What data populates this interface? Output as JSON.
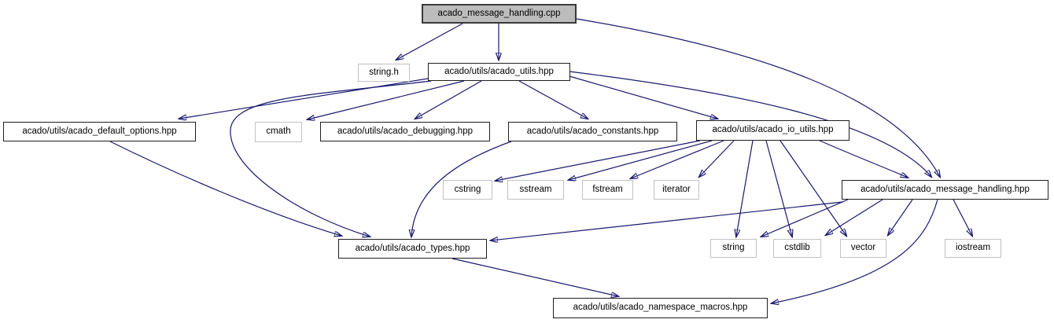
{
  "diagram": {
    "kind": "doxygen-include-dependency-graph",
    "colors": {
      "edge": "#191970",
      "project_node_border": "#1f1f1f",
      "system_node_border": "#c2c2c2",
      "source_node_fill": "#bcbcbc",
      "background": "#ffffff"
    },
    "nodes": [
      {
        "id": "cpp",
        "label": "acado_message_handling.cpp",
        "kind": "source"
      },
      {
        "id": "string_h",
        "label": "string.h",
        "kind": "system"
      },
      {
        "id": "utils",
        "label": "acado/utils/acado_utils.hpp",
        "kind": "project"
      },
      {
        "id": "defopts",
        "label": "acado/utils/acado_default_options.hpp",
        "kind": "project"
      },
      {
        "id": "cmath",
        "label": "cmath",
        "kind": "system"
      },
      {
        "id": "debugging",
        "label": "acado/utils/acado_debugging.hpp",
        "kind": "project"
      },
      {
        "id": "constants",
        "label": "acado/utils/acado_constants.hpp",
        "kind": "project"
      },
      {
        "id": "ioutils",
        "label": "acado/utils/acado_io_utils.hpp",
        "kind": "project"
      },
      {
        "id": "cstring",
        "label": "cstring",
        "kind": "system"
      },
      {
        "id": "sstream",
        "label": "sstream",
        "kind": "system"
      },
      {
        "id": "fstream",
        "label": "fstream",
        "kind": "system"
      },
      {
        "id": "iterator",
        "label": "iterator",
        "kind": "system"
      },
      {
        "id": "msg_hpp",
        "label": "acado/utils/acado_message_handling.hpp",
        "kind": "project"
      },
      {
        "id": "types",
        "label": "acado/utils/acado_types.hpp",
        "kind": "project"
      },
      {
        "id": "string",
        "label": "string",
        "kind": "system"
      },
      {
        "id": "cstdlib",
        "label": "cstdlib",
        "kind": "system"
      },
      {
        "id": "vector",
        "label": "vector",
        "kind": "system"
      },
      {
        "id": "iostream",
        "label": "iostream",
        "kind": "system"
      },
      {
        "id": "macros",
        "label": "acado/utils/acado_namespace_macros.hpp",
        "kind": "project"
      }
    ],
    "edges": [
      {
        "from": "cpp",
        "to": "string_h"
      },
      {
        "from": "cpp",
        "to": "utils"
      },
      {
        "from": "cpp",
        "to": "msg_hpp"
      },
      {
        "from": "utils",
        "to": "defopts"
      },
      {
        "from": "utils",
        "to": "cmath"
      },
      {
        "from": "utils",
        "to": "debugging"
      },
      {
        "from": "utils",
        "to": "constants"
      },
      {
        "from": "utils",
        "to": "ioutils"
      },
      {
        "from": "utils",
        "to": "msg_hpp"
      },
      {
        "from": "utils",
        "to": "types"
      },
      {
        "from": "defopts",
        "to": "types"
      },
      {
        "from": "constants",
        "to": "types"
      },
      {
        "from": "ioutils",
        "to": "cstring"
      },
      {
        "from": "ioutils",
        "to": "sstream"
      },
      {
        "from": "ioutils",
        "to": "fstream"
      },
      {
        "from": "ioutils",
        "to": "iterator"
      },
      {
        "from": "ioutils",
        "to": "string"
      },
      {
        "from": "ioutils",
        "to": "cstdlib"
      },
      {
        "from": "ioutils",
        "to": "vector"
      },
      {
        "from": "ioutils",
        "to": "msg_hpp"
      },
      {
        "from": "msg_hpp",
        "to": "string"
      },
      {
        "from": "msg_hpp",
        "to": "cstdlib"
      },
      {
        "from": "msg_hpp",
        "to": "vector"
      },
      {
        "from": "msg_hpp",
        "to": "iostream"
      },
      {
        "from": "msg_hpp",
        "to": "types"
      },
      {
        "from": "msg_hpp",
        "to": "macros"
      },
      {
        "from": "types",
        "to": "macros"
      }
    ]
  }
}
